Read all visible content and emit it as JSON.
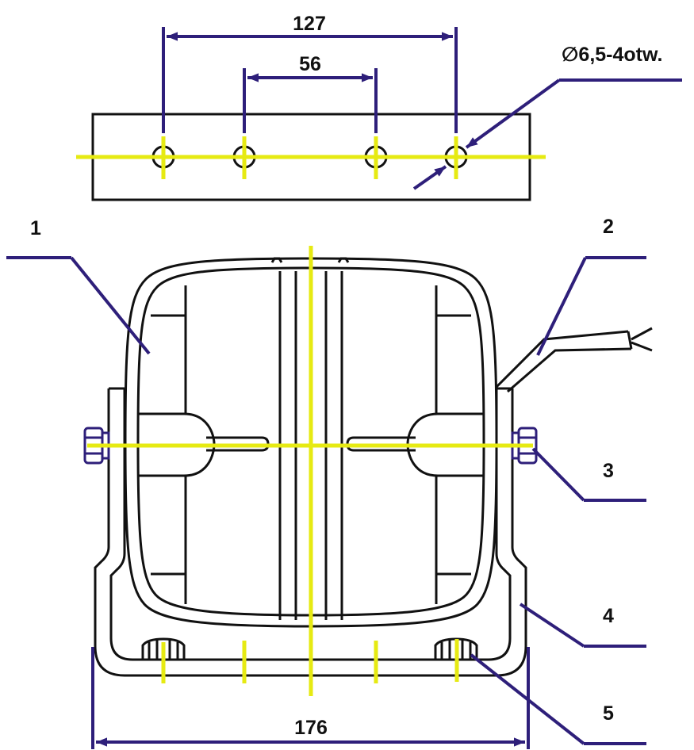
{
  "dimensions": {
    "top_outer": "127",
    "top_inner": "56",
    "hole_note": "∅6,5-4otw.",
    "bottom_width": "176"
  },
  "callouts": [
    "1",
    "2",
    "3",
    "4",
    "5"
  ],
  "colors": {
    "outline": "#111111",
    "dimension": "#2e1f7a",
    "centerline": "#e6ea12",
    "background": "#ffffff"
  }
}
